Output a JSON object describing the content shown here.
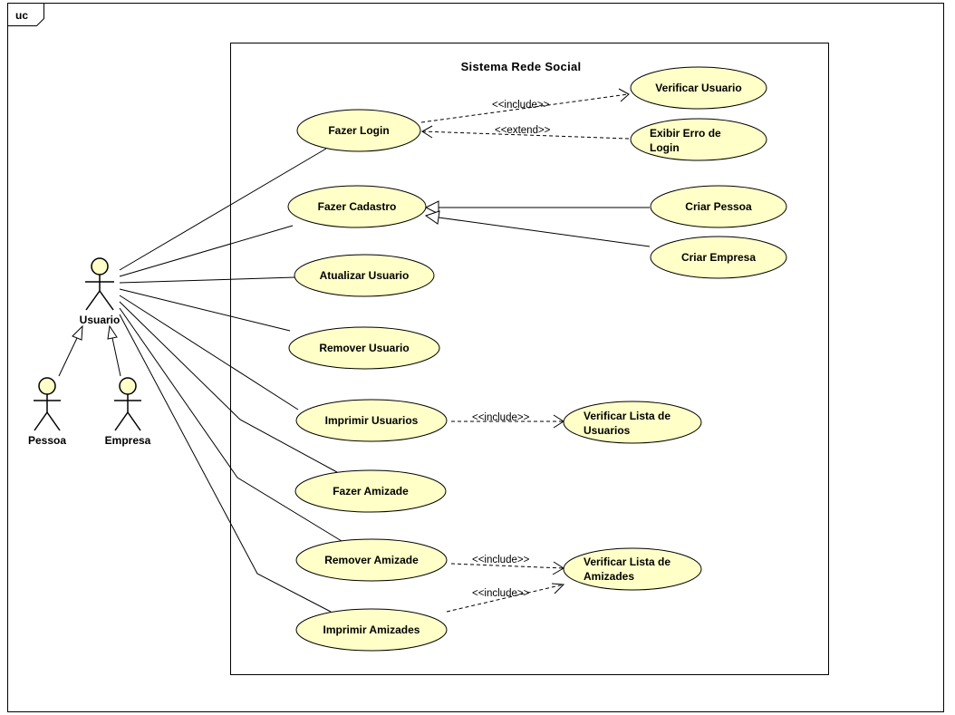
{
  "frame": {
    "tag": "uc"
  },
  "system": {
    "title": "Sistema Rede Social"
  },
  "colors": {
    "usecase_fill": "#ffffc8",
    "actor_fill": "#ffffc8",
    "line": "#000000"
  },
  "actors": [
    {
      "id": "usuario",
      "name": "Usuario"
    },
    {
      "id": "pessoa",
      "name": "Pessoa"
    },
    {
      "id": "empresa",
      "name": "Empresa"
    }
  ],
  "usecases": [
    {
      "id": "login",
      "lines": [
        "Fazer Login"
      ]
    },
    {
      "id": "verificar-usuario",
      "lines": [
        "Verificar Usuario"
      ]
    },
    {
      "id": "erro-login",
      "lines": [
        "Exibir Erro de",
        "Login"
      ]
    },
    {
      "id": "cadastro",
      "lines": [
        "Fazer Cadastro"
      ]
    },
    {
      "id": "criar-pessoa",
      "lines": [
        "Criar Pessoa"
      ]
    },
    {
      "id": "criar-empresa",
      "lines": [
        "Criar Empresa"
      ]
    },
    {
      "id": "atualizar",
      "lines": [
        "Atualizar Usuario"
      ]
    },
    {
      "id": "remover-usuario",
      "lines": [
        "Remover Usuario"
      ]
    },
    {
      "id": "imprimir-usuarios",
      "lines": [
        "Imprimir Usuarios"
      ]
    },
    {
      "id": "lista-usuarios",
      "lines": [
        "Verificar Lista de",
        "Usuarios"
      ]
    },
    {
      "id": "fazer-amizade",
      "lines": [
        "Fazer Amizade"
      ]
    },
    {
      "id": "remover-amizade",
      "lines": [
        "Remover Amizade"
      ]
    },
    {
      "id": "lista-amizades",
      "lines": [
        "Verificar Lista de",
        "Amizades"
      ]
    },
    {
      "id": "imprimir-amizades",
      "lines": [
        "Imprimir Amizades"
      ]
    }
  ],
  "relations": [
    {
      "id": "r1",
      "type": "include",
      "from": "login",
      "to": "verificar-usuario",
      "label": "<<include>>"
    },
    {
      "id": "r2",
      "type": "extend",
      "from": "erro-login",
      "to": "login",
      "label": "<<extend>>"
    },
    {
      "id": "r3",
      "type": "include",
      "from": "imprimir-usuarios",
      "to": "lista-usuarios",
      "label": "<<include>>"
    },
    {
      "id": "r4",
      "type": "include",
      "from": "remover-amizade",
      "to": "lista-amizades",
      "label": "<<include>>"
    },
    {
      "id": "r5",
      "type": "include",
      "from": "imprimir-amizades",
      "to": "lista-amizades",
      "label": "<<include>>"
    },
    {
      "id": "g1",
      "type": "generalization",
      "from": "criar-pessoa",
      "to": "cadastro"
    },
    {
      "id": "g2",
      "type": "generalization",
      "from": "criar-empresa",
      "to": "cadastro"
    },
    {
      "id": "g3",
      "type": "generalization",
      "from": "pessoa",
      "to": "usuario"
    },
    {
      "id": "g4",
      "type": "generalization",
      "from": "empresa",
      "to": "usuario"
    }
  ],
  "associations": [
    {
      "actor": "usuario",
      "usecase": "login"
    },
    {
      "actor": "usuario",
      "usecase": "cadastro"
    },
    {
      "actor": "usuario",
      "usecase": "atualizar"
    },
    {
      "actor": "usuario",
      "usecase": "remover-usuario"
    },
    {
      "actor": "usuario",
      "usecase": "imprimir-usuarios"
    },
    {
      "actor": "usuario",
      "usecase": "fazer-amizade"
    },
    {
      "actor": "usuario",
      "usecase": "remover-amizade"
    },
    {
      "actor": "usuario",
      "usecase": "imprimir-amizades"
    }
  ]
}
